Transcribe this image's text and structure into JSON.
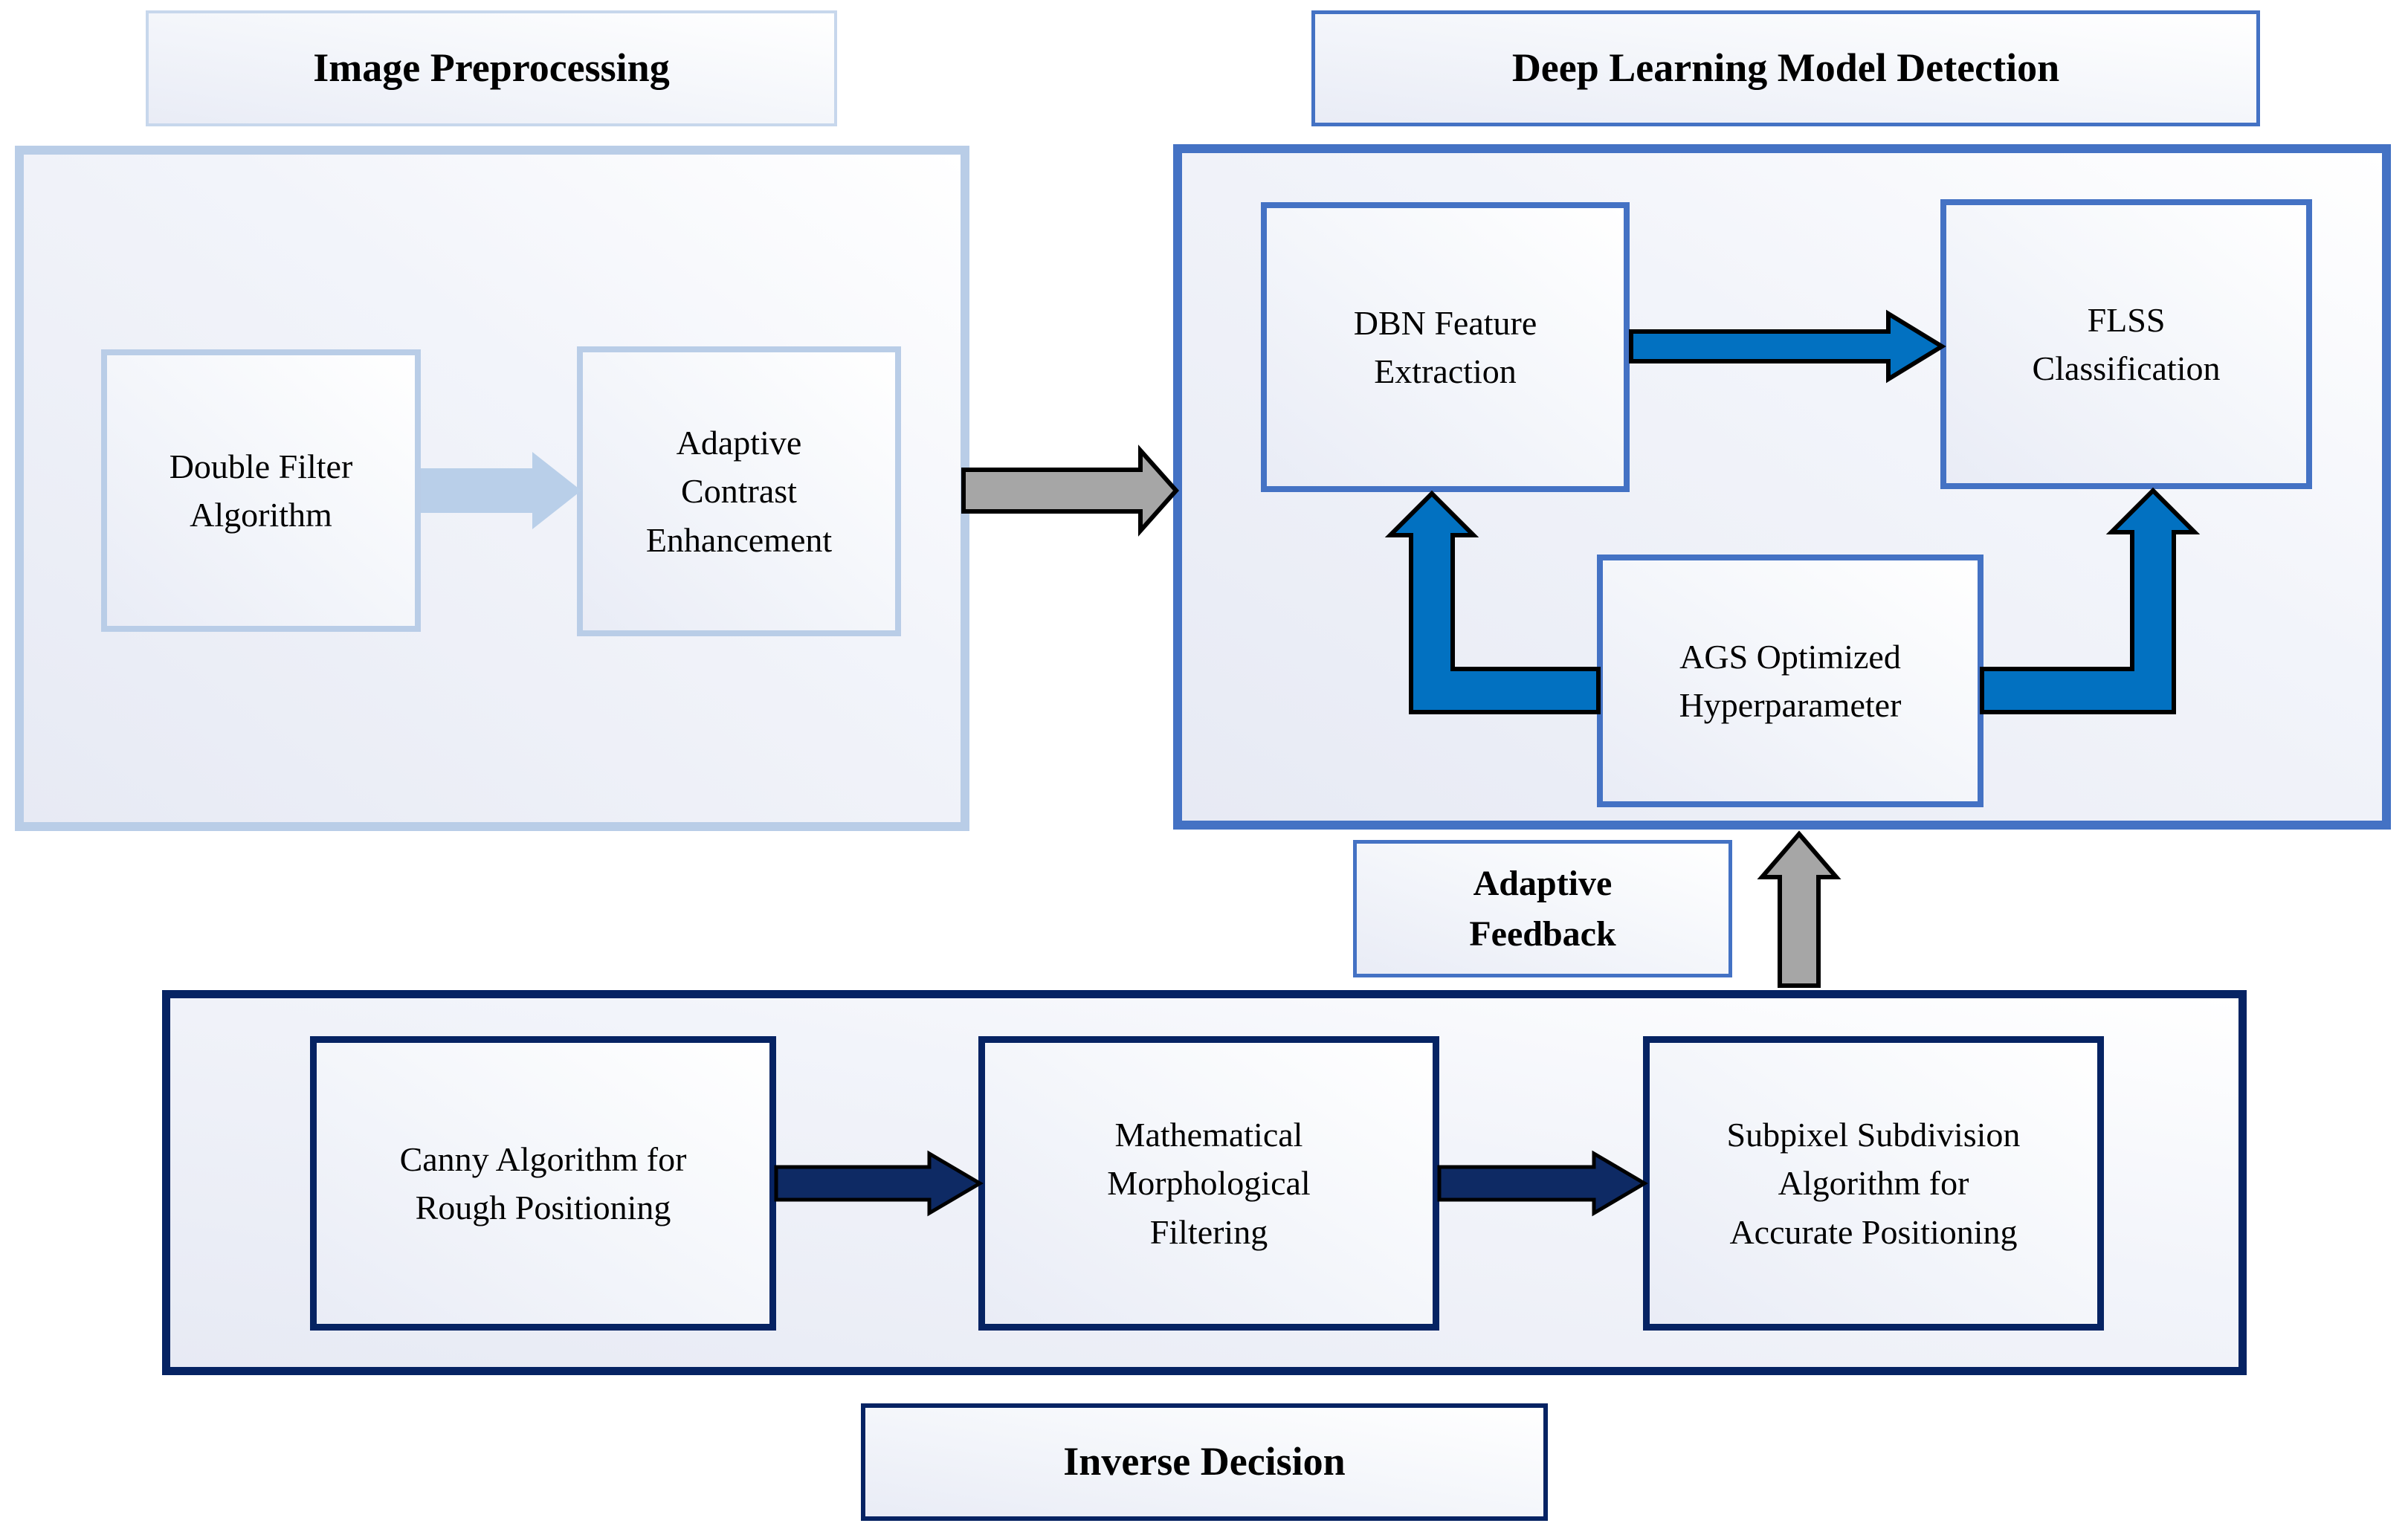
{
  "colors": {
    "light_blue_border": "#b9cde7",
    "light_title_border": "#c7d7ec",
    "light_blue_arrow": "#b9cfe9",
    "medium_blue": "#4472c4",
    "bright_blue": "#0271c1",
    "navy": "#062363",
    "navy_arrow": "#0e2a64",
    "gray": "#a6a6a6",
    "outline": "#000000",
    "text": "#000000"
  },
  "sections": {
    "image_preprocessing": {
      "title": "Image Preprocessing",
      "double_filter": [
        "Double Filter",
        "Algorithm"
      ],
      "adaptive_contrast": [
        "Adaptive",
        "Contrast",
        "Enhancement"
      ]
    },
    "deep_learning": {
      "title": "Deep Learning Model Detection",
      "dbn": [
        "DBN Feature",
        "Extraction"
      ],
      "flss": [
        "FLSS",
        "Classification"
      ],
      "ags": [
        "AGS Optimized",
        "Hyperparameter"
      ]
    },
    "feedback": {
      "label": [
        "Adaptive",
        "Feedback"
      ]
    },
    "inverse_decision": {
      "title": "Inverse Decision",
      "canny": [
        "Canny Algorithm for",
        "Rough Positioning"
      ],
      "morphological": [
        "Mathematical",
        "Morphological",
        "Filtering"
      ],
      "subpixel": [
        "Subpixel Subdivision",
        "Algorithm for",
        "Accurate Positioning"
      ]
    }
  },
  "arrows": [
    {
      "name": "double-filter-to-adaptive-contrast-arrow",
      "style": "light-blue",
      "direction": "right"
    },
    {
      "name": "preprocessing-to-deep-learning-arrow",
      "style": "gray",
      "direction": "right"
    },
    {
      "name": "dbn-to-flss-arrow",
      "style": "bright-blue",
      "direction": "right"
    },
    {
      "name": "ags-to-dbn-arrow",
      "style": "bright-blue-elbow",
      "direction": "up"
    },
    {
      "name": "ags-to-flss-arrow",
      "style": "bright-blue-elbow",
      "direction": "up"
    },
    {
      "name": "inverse-decision-to-deep-learning-arrow",
      "style": "gray",
      "direction": "up"
    },
    {
      "name": "canny-to-morphological-arrow",
      "style": "navy",
      "direction": "right"
    },
    {
      "name": "morphological-to-subpixel-arrow",
      "style": "navy",
      "direction": "right"
    }
  ]
}
